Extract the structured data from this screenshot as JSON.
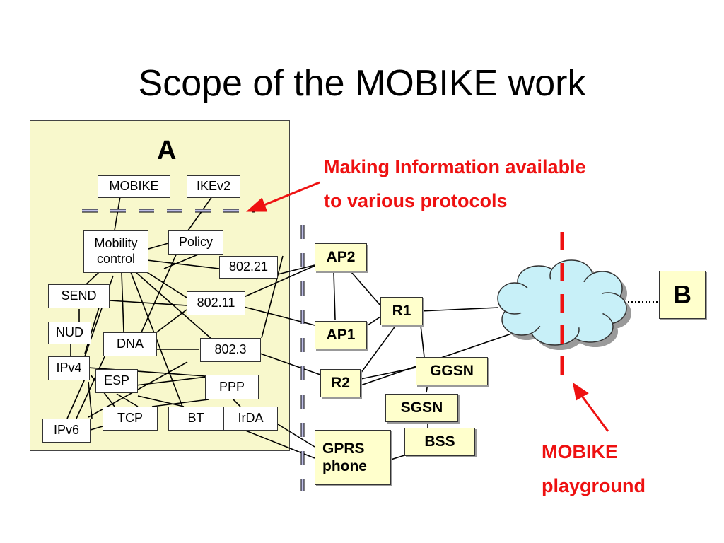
{
  "title": "Scope of the MOBIKE work",
  "panel_a_label": "A",
  "node_b_label": "B",
  "stack_boxes": {
    "mobike": "MOBIKE",
    "ikev2": "IKEv2",
    "mobility_control": "Mobility control",
    "policy": "Policy",
    "ieee_802_21": "802.21",
    "send": "SEND",
    "ieee_802_11": "802.11",
    "nud": "NUD",
    "dna": "DNA",
    "ieee_802_3": "802.3",
    "ipv4": "IPv4",
    "esp": "ESP",
    "ppp": "PPP",
    "tcp": "TCP",
    "bt": "BT",
    "irda": "IrDA",
    "ipv6": "IPv6"
  },
  "network_nodes": {
    "ap2": "AP2",
    "ap1": "AP1",
    "r1": "R1",
    "r2": "R2",
    "ggsn": "GGSN",
    "sgsn": "SGSN",
    "bss": "BSS",
    "gprs_phone": "GPRS phone"
  },
  "annotations": {
    "info_line1": "Making Information available",
    "info_line2": "to various protocols",
    "playground_line1": "MOBIKE",
    "playground_line2": "playground"
  },
  "colors": {
    "panel_bg": "#f8f8cc",
    "node_bg": "#ffffcc",
    "cloud": "#c8f0f8",
    "annotation": "#ee1111",
    "boundary_dash": "#c0c0e8"
  }
}
